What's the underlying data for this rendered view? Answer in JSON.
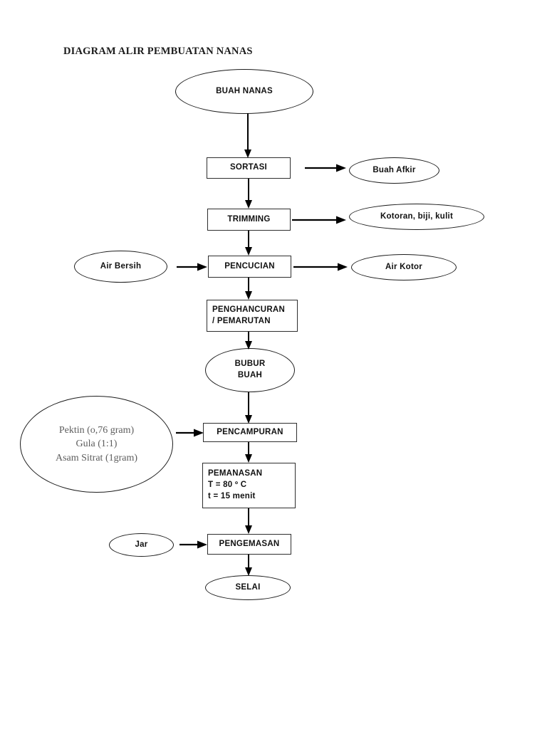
{
  "page": {
    "title": "DIAGRAM ALIR PEMBUATAN NANAS",
    "background": "#ffffff",
    "ink": "#111111",
    "accent_text": "#5d5d5d"
  },
  "chart_data": {
    "type": "diagram",
    "diagram_kind": "flowchart",
    "title": "DIAGRAM ALIR PEMBUATAN NANAS",
    "orientation": "top-to-bottom",
    "nodes": [
      {
        "id": "buah-nanas",
        "label": "BUAH NANAS",
        "shape": "ellipse"
      },
      {
        "id": "sortasi",
        "label": "SORTASI",
        "shape": "rectangle"
      },
      {
        "id": "buah-afkir",
        "label": "Buah Afkir",
        "shape": "ellipse"
      },
      {
        "id": "trimming",
        "label": "TRIMMING",
        "shape": "rectangle"
      },
      {
        "id": "kotoran-biji-kulit",
        "label": "Kotoran, biji, kulit",
        "shape": "ellipse"
      },
      {
        "id": "air-bersih",
        "label": "Air Bersih",
        "shape": "ellipse"
      },
      {
        "id": "pencucian",
        "label": "PENCUCIAN",
        "shape": "rectangle"
      },
      {
        "id": "air-kotor",
        "label": "Air Kotor",
        "shape": "ellipse"
      },
      {
        "id": "penghancuran",
        "label": "PENGHANCURAN / PEMARUTAN",
        "shape": "rectangle"
      },
      {
        "id": "bubur-buah",
        "label": "BUBUR BUAH",
        "shape": "ellipse"
      },
      {
        "id": "bahan-tambahan",
        "label": "Pektin (o,76 gram) Gula (1:1) Asam Sitrat (1gram)",
        "shape": "ellipse"
      },
      {
        "id": "pencampuran",
        "label": "PENCAMPURAN",
        "shape": "rectangle"
      },
      {
        "id": "pemanasan",
        "label": "PEMANASAN T = 80 o C t = 15 menit",
        "shape": "rectangle"
      },
      {
        "id": "jar",
        "label": "Jar",
        "shape": "ellipse"
      },
      {
        "id": "pengemasan",
        "label": "PENGEMASAN",
        "shape": "rectangle"
      },
      {
        "id": "selai",
        "label": "SELAI",
        "shape": "ellipse"
      }
    ],
    "edges": [
      {
        "from": "buah-nanas",
        "to": "sortasi",
        "direction": "down"
      },
      {
        "from": "sortasi",
        "to": "buah-afkir",
        "direction": "right"
      },
      {
        "from": "sortasi",
        "to": "trimming",
        "direction": "down"
      },
      {
        "from": "trimming",
        "to": "kotoran-biji-kulit",
        "direction": "right"
      },
      {
        "from": "trimming",
        "to": "pencucian",
        "direction": "down"
      },
      {
        "from": "air-bersih",
        "to": "pencucian",
        "direction": "right"
      },
      {
        "from": "pencucian",
        "to": "air-kotor",
        "direction": "right"
      },
      {
        "from": "pencucian",
        "to": "penghancuran",
        "direction": "down"
      },
      {
        "from": "penghancuran",
        "to": "bubur-buah",
        "direction": "down"
      },
      {
        "from": "bubur-buah",
        "to": "pencampuran",
        "direction": "down"
      },
      {
        "from": "bahan-tambahan",
        "to": "pencampuran",
        "direction": "right"
      },
      {
        "from": "pencampuran",
        "to": "pemanasan",
        "direction": "down"
      },
      {
        "from": "pemanasan",
        "to": "pengemasan",
        "direction": "down"
      },
      {
        "from": "jar",
        "to": "pengemasan",
        "direction": "right"
      },
      {
        "from": "pengemasan",
        "to": "selai",
        "direction": "down"
      }
    ]
  },
  "nodes": {
    "buah_nanas": {
      "label": "BUAH NANAS"
    },
    "sortasi": {
      "label": "SORTASI"
    },
    "buah_afkir": {
      "label": "Buah Afkir"
    },
    "trimming": {
      "label": "TRIMMING"
    },
    "kotoran": {
      "label": "Kotoran, biji, kulit"
    },
    "air_bersih": {
      "label": "Air Bersih"
    },
    "pencucian": {
      "label": "PENCUCIAN"
    },
    "air_kotor": {
      "label": "Air Kotor"
    },
    "penghancuran": {
      "line1": "PENGHANCURAN",
      "line2": "/ PEMARUTAN"
    },
    "bubur_buah": {
      "line1": "BUBUR",
      "line2": "BUAH"
    },
    "bahan": {
      "line1": "Pektin (o,76 gram)",
      "line2": "Gula (1:1)",
      "line3": "Asam Sitrat (1gram)"
    },
    "pencampuran": {
      "label": "PENCAMPURAN"
    },
    "pemanasan": {
      "line1": "PEMANASAN",
      "line2": "T = 80 º C",
      "line3": "t = 15 menit"
    },
    "jar": {
      "label": "Jar"
    },
    "pengemasan": {
      "label": "PENGEMASAN"
    },
    "selai": {
      "label": "SELAI"
    }
  }
}
